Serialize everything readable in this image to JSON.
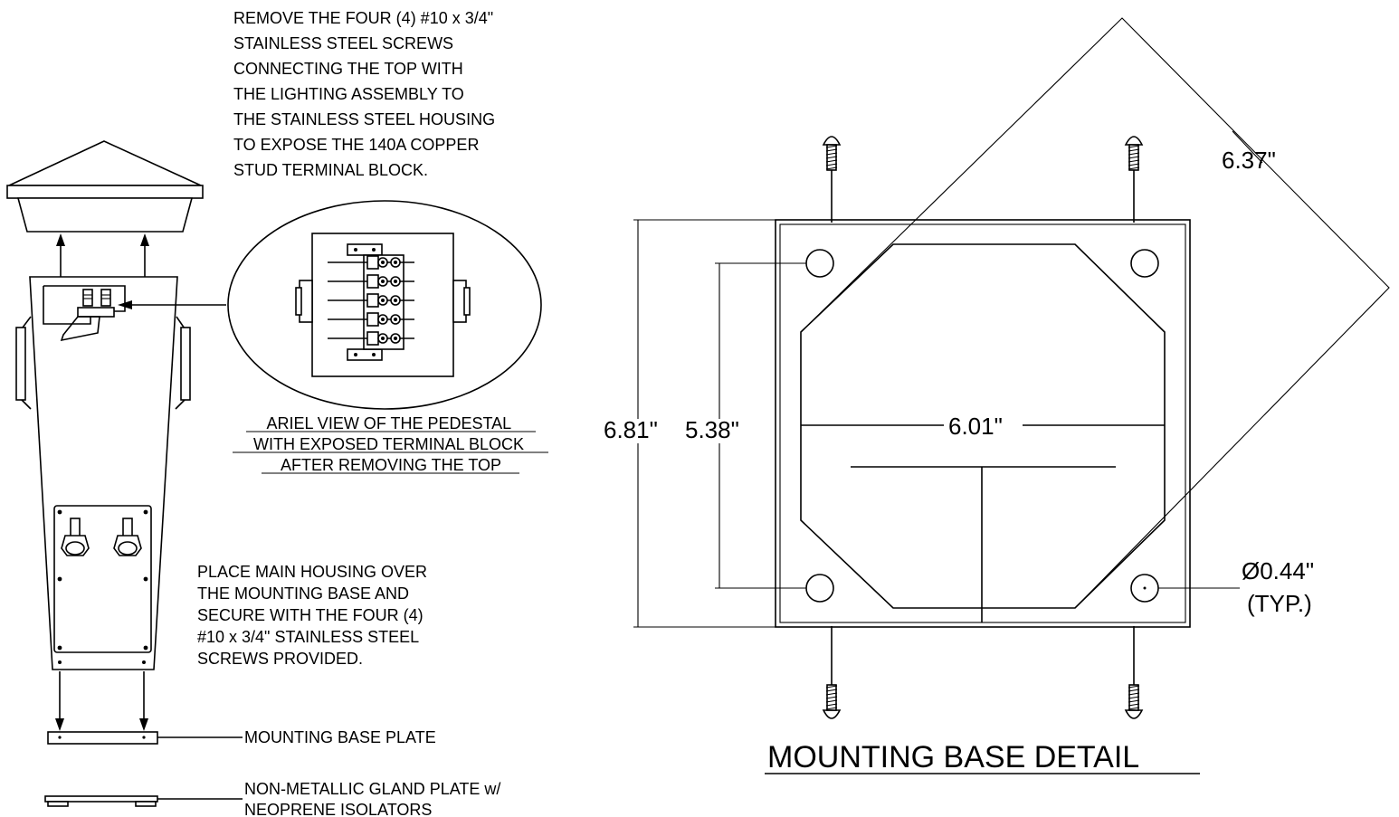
{
  "notes": {
    "remove_top": [
      "REMOVE THE FOUR (4) #10 x 3/4\"",
      "STAINLESS STEEL SCREWS",
      "CONNECTING THE TOP WITH",
      "THE LIGHTING ASSEMBLY TO",
      "THE STAINLESS STEEL HOUSING",
      "TO EXPOSE THE 140A COPPER",
      "STUD TERMINAL BLOCK."
    ],
    "aerial_view_caption": [
      "ARIEL VIEW OF THE PEDESTAL",
      "WITH EXPOSED TERMINAL BLOCK",
      "AFTER REMOVING THE TOP"
    ],
    "place_housing": [
      "PLACE MAIN HOUSING OVER",
      "THE MOUNTING BASE AND",
      "SECURE WITH THE FOUR (4)",
      "#10 x 3/4\" STAINLESS STEEL",
      "SCREWS PROVIDED."
    ]
  },
  "labels": {
    "mounting_base_plate": "MOUNTING BASE PLATE",
    "gland_plate": [
      "NON-METALLIC GLAND PLATE w/",
      "NEOPRENE ISOLATORS"
    ]
  },
  "mounting_base_detail": {
    "title": "MOUNTING BASE DETAIL",
    "dim_overall_height": "6.81\"",
    "dim_hole_spacing": "5.38\"",
    "dim_width": "6.01\"",
    "dim_diagonal": "6.37\"",
    "hole_diameter": "Ø0.44\"",
    "hole_note": "(TYP.)"
  }
}
